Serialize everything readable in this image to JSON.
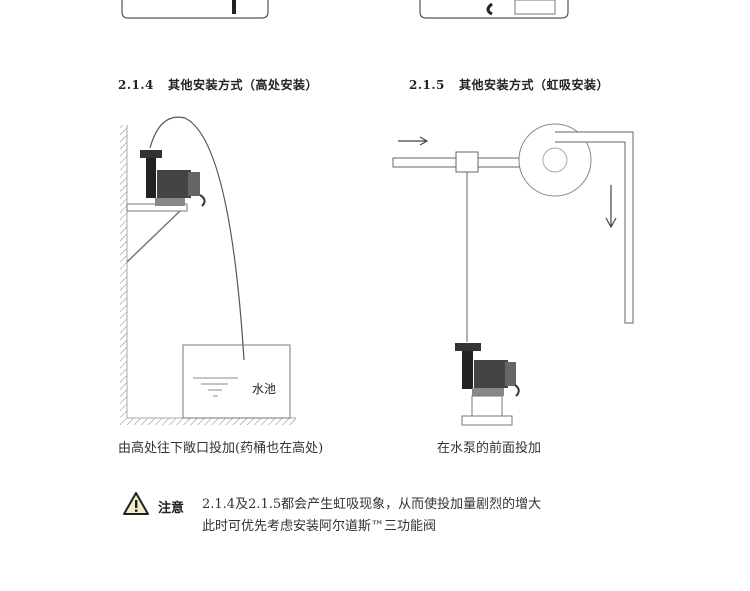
{
  "section_214": {
    "number": "2.1.4",
    "title": "其他安装方式（高处安装）",
    "tank_label": "水池",
    "caption": "由高处往下敞口投加(药桶也在高处)"
  },
  "section_215": {
    "number": "2.1.5",
    "title": "其他安装方式（虹吸安装）",
    "caption": "在水泵的前面投加"
  },
  "notice": {
    "label": "注意",
    "line1": "2.1.4及2.1.5都会产生虹吸现象，从而使投加量剧烈的增大",
    "line2": "此时可优先考虑安装阿尔道斯™三功能阀"
  }
}
